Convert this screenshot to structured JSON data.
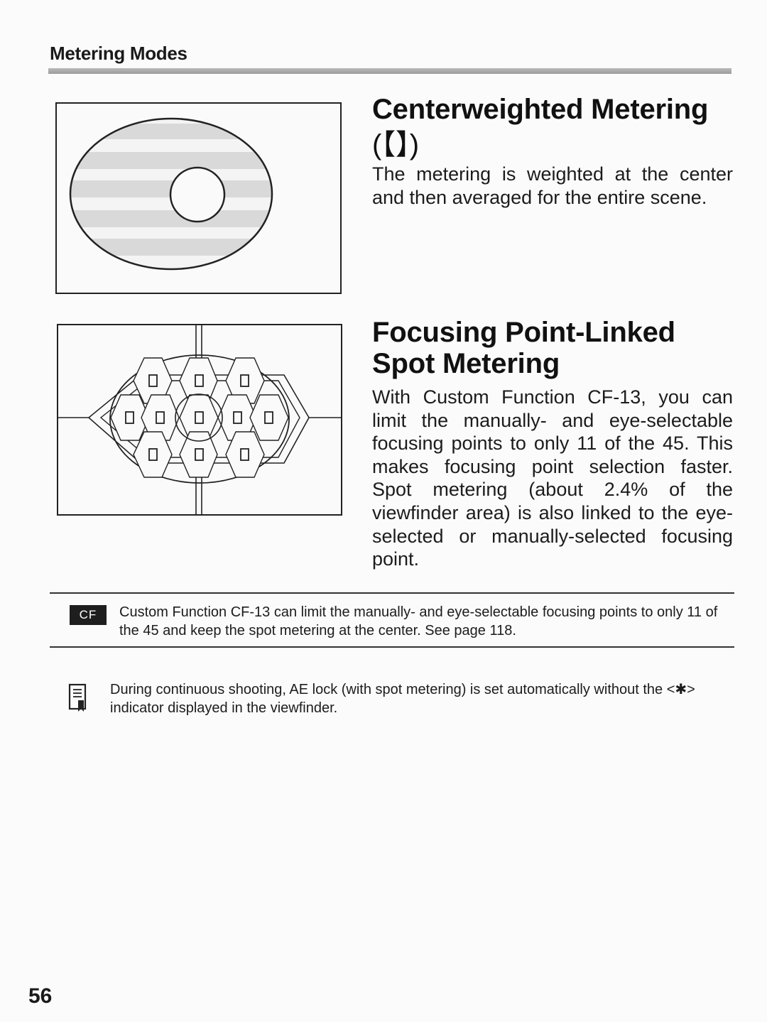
{
  "section_title": "Metering Modes",
  "centerweighted": {
    "heading": "Centerweighted Metering",
    "symbol": "(【】)",
    "body": "The metering is weighted at the center and then averaged for the entire scene."
  },
  "spot": {
    "heading": "Focusing Point-Linked Spot Metering",
    "body": "With Custom Function CF-13, you can limit the manually- and eye-selectable focusing points to only 11 of the 45. This makes focusing point selection faster. Spot metering (about 2.4% of the viewfinder area) is also linked to the eye-selected or manually-selected focusing point."
  },
  "cf_note": {
    "badge": "CF",
    "text": "Custom Function CF-13 can limit the manually- and eye-selectable focusing points to only 11 of the 45 and keep the spot metering at the center. See page 118."
  },
  "memo_note": {
    "icon": "memo-icon",
    "text": "During continuous shooting, AE lock (with spot metering) is set automatically without the <✱> indicator displayed in the viewfinder."
  },
  "page_number": "56"
}
